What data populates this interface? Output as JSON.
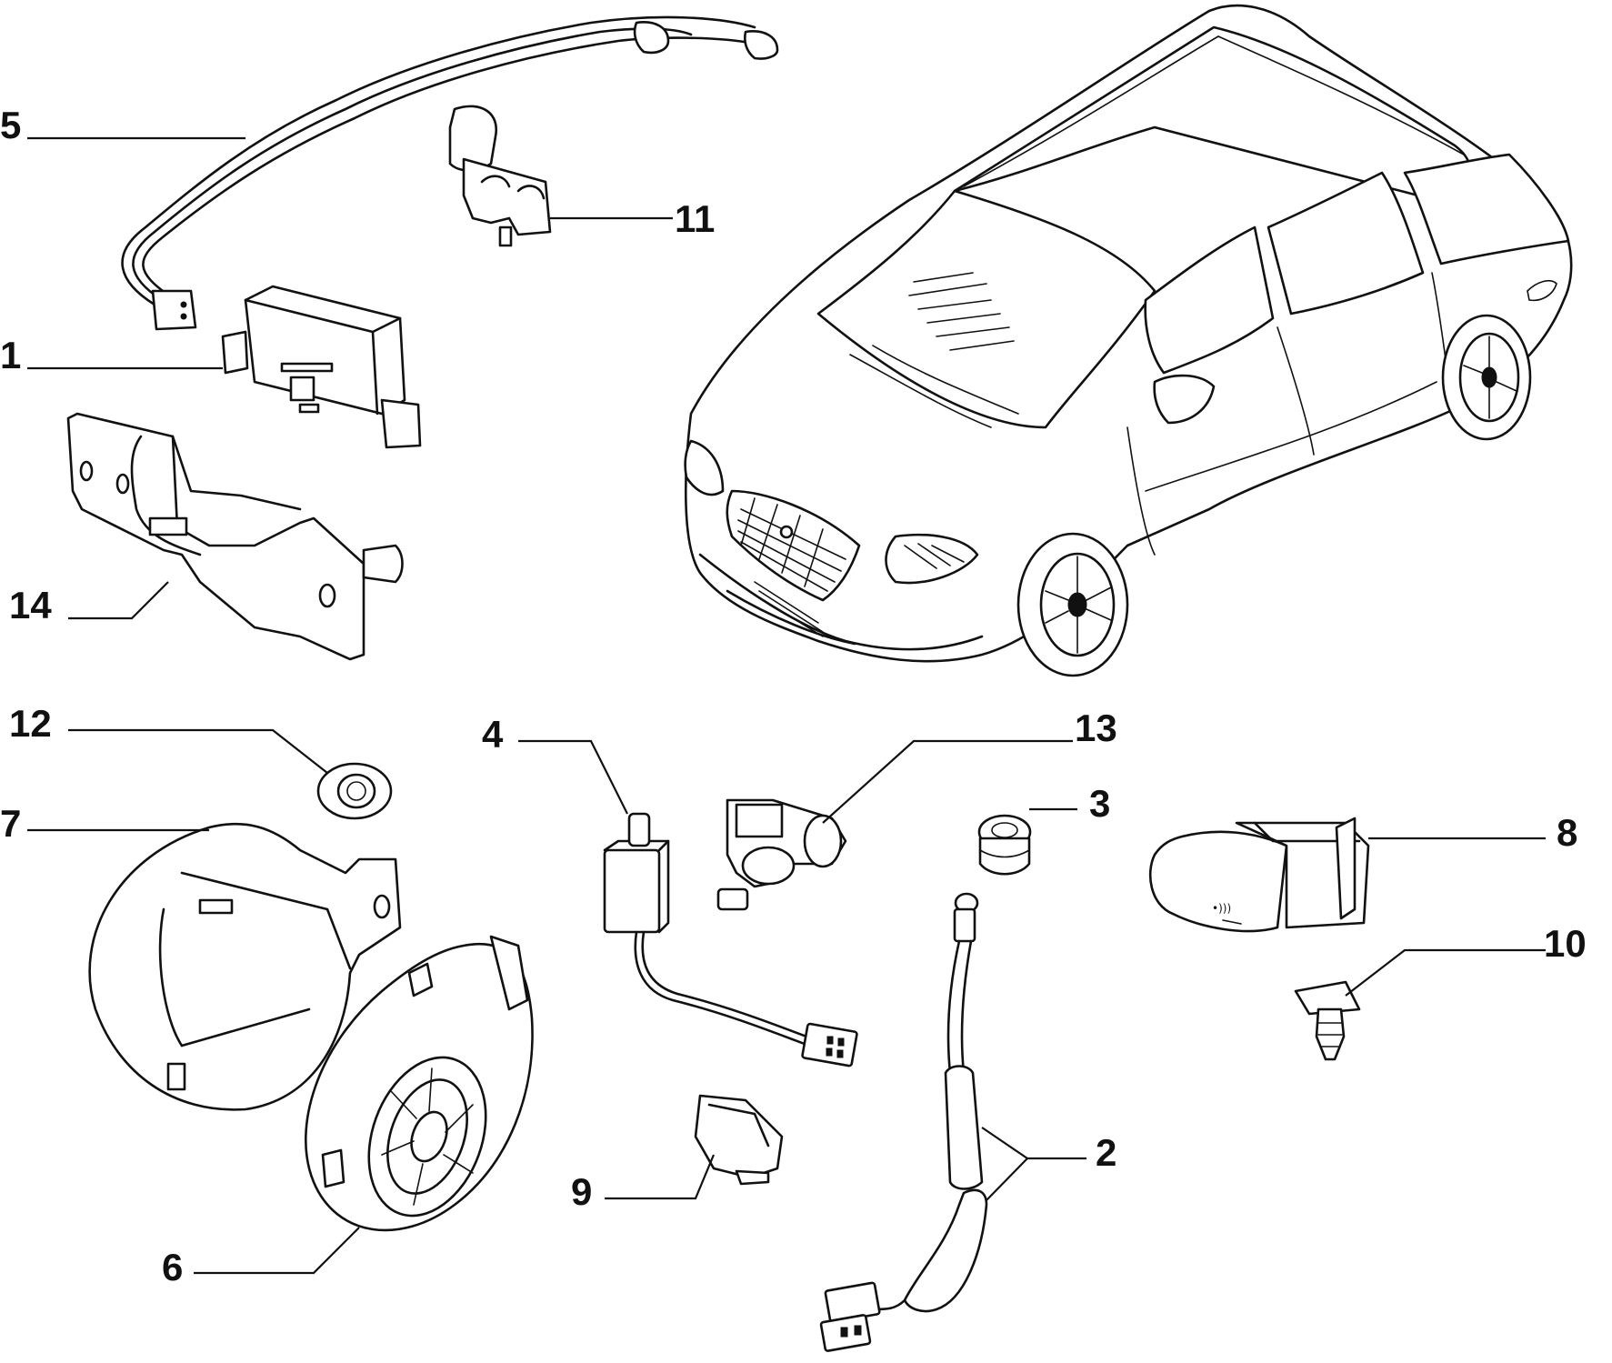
{
  "diagram": {
    "callouts": [
      {
        "id": "c1",
        "label": "1"
      },
      {
        "id": "c2",
        "label": "2"
      },
      {
        "id": "c3",
        "label": "3"
      },
      {
        "id": "c4",
        "label": "4"
      },
      {
        "id": "c5",
        "label": "5"
      },
      {
        "id": "c6",
        "label": "6"
      },
      {
        "id": "c7",
        "label": "7"
      },
      {
        "id": "c8",
        "label": "8"
      },
      {
        "id": "c9",
        "label": "9"
      },
      {
        "id": "c10",
        "label": "10"
      },
      {
        "id": "c11",
        "label": "11"
      },
      {
        "id": "c12",
        "label": "12"
      },
      {
        "id": "c13",
        "label": "13"
      },
      {
        "id": "c14",
        "label": "14"
      }
    ],
    "colors": {
      "line": "#111111",
      "background": "#ffffff"
    }
  }
}
